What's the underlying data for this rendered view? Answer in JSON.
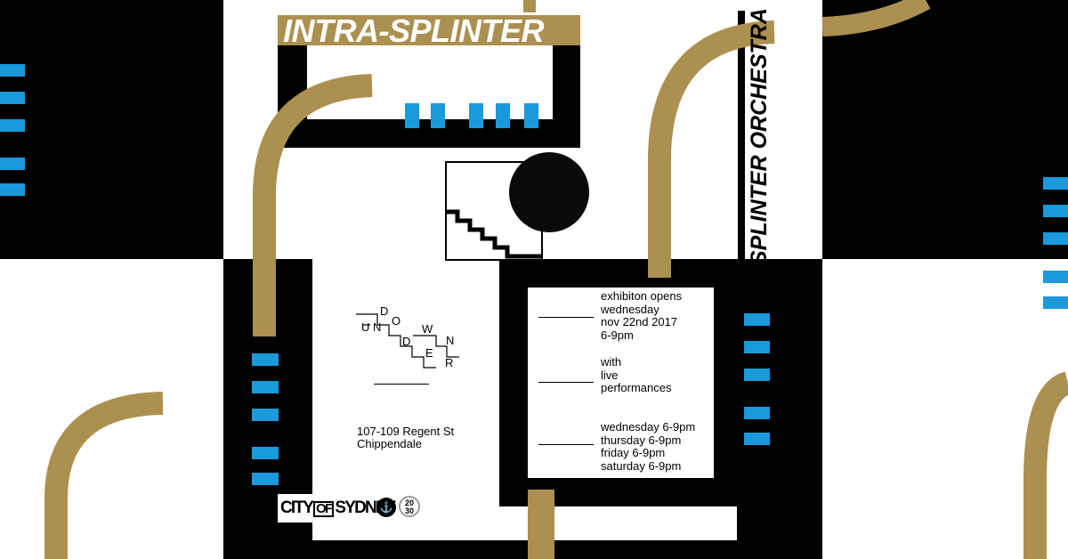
{
  "poster": {
    "title": "INTRA-SPLINTER",
    "subtitle": "SPLINTER ORCHESTRA",
    "colors": {
      "gold": "#ac9050",
      "blue": "#1a99dc",
      "black": "#000000",
      "white": "#ffffff"
    }
  },
  "venue": {
    "logo_letters": [
      "U",
      "N",
      "D",
      "O",
      "W",
      "D",
      "E",
      "R",
      "N"
    ],
    "address_line1": "107-109 Regent St",
    "address_line2": "Chippendale"
  },
  "details": {
    "opening": [
      "exhibiton opens",
      "wednesday",
      "nov 22nd 2017",
      "6-9pm"
    ],
    "performances": [
      "with",
      "live",
      "performances"
    ],
    "schedule": [
      "wednesday 6-9pm",
      "thursday 6-9pm",
      "friday 6-9pm",
      "saturday 6-9pm"
    ]
  },
  "sponsors": {
    "city_prefix": "CITY",
    "city_of": "OF",
    "city_suffix": "SYDNEY",
    "emblem_icon": "city-crest-icon",
    "badge_top": "20",
    "badge_bottom": "30"
  }
}
